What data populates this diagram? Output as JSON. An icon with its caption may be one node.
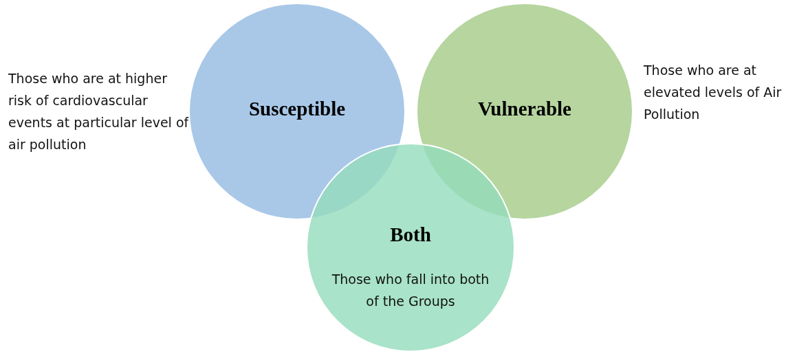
{
  "diagram": {
    "nodes": [
      {
        "text": [
          "Susceptible"
        ],
        "beside": [
          "Those who are at higher risk of cardiovascular events at particular level of air pollution"
        ]
      },
      {
        "text": [
          "Vulnerable"
        ],
        "beside": [
          "Those who are at elevated levels of Air Pollution"
        ]
      },
      {
        "text": [
          "Both",
          "Those who fall into both of the Groups"
        ]
      }
    ],
    "edges": []
  }
}
